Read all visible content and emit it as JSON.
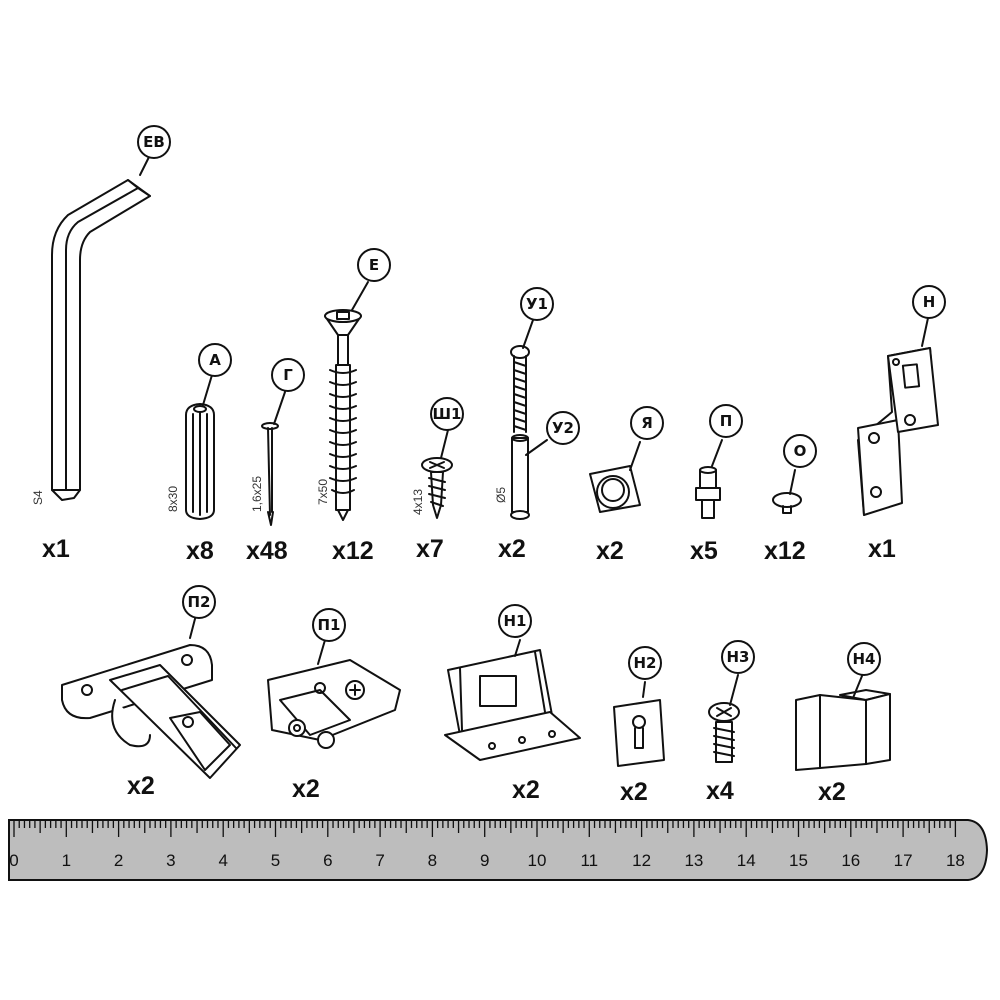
{
  "parts": [
    {
      "id": "EV",
      "label": "ЕВ",
      "qty": "x1",
      "dim": "S4"
    },
    {
      "id": "A",
      "label": "А",
      "qty": "x8",
      "dim": "8x30"
    },
    {
      "id": "G",
      "label": "Г",
      "qty": "x48",
      "dim": "1,6x25"
    },
    {
      "id": "E",
      "label": "Е",
      "qty": "x12",
      "dim": "7x50"
    },
    {
      "id": "SH1",
      "label": "Ш1",
      "qty": "x7",
      "dim": "4x13"
    },
    {
      "id": "U1",
      "label": "У1",
      "qty": "x2",
      "dim": "Ø5"
    },
    {
      "id": "U2",
      "label": "У2"
    },
    {
      "id": "YA",
      "label": "Я",
      "qty": "x2"
    },
    {
      "id": "P",
      "label": "П",
      "qty": "x5"
    },
    {
      "id": "O",
      "label": "О",
      "qty": "x12"
    },
    {
      "id": "N",
      "label": "Н",
      "qty": "x1"
    },
    {
      "id": "P2",
      "label": "П2",
      "qty": "x2"
    },
    {
      "id": "P1",
      "label": "П1",
      "qty": "x2"
    },
    {
      "id": "N1",
      "label": "Н1",
      "qty": "x2"
    },
    {
      "id": "N2",
      "label": "Н2",
      "qty": "x2"
    },
    {
      "id": "N3",
      "label": "Н3",
      "qty": "x4"
    },
    {
      "id": "N4",
      "label": "Н4",
      "qty": "x2"
    }
  ],
  "ruler": {
    "ticks": [
      "0",
      "1",
      "2",
      "3",
      "4",
      "5",
      "6",
      "7",
      "8",
      "9",
      "10",
      "11",
      "12",
      "13",
      "14",
      "15",
      "16",
      "17",
      "18"
    ],
    "fill": "#bdbdbd"
  }
}
